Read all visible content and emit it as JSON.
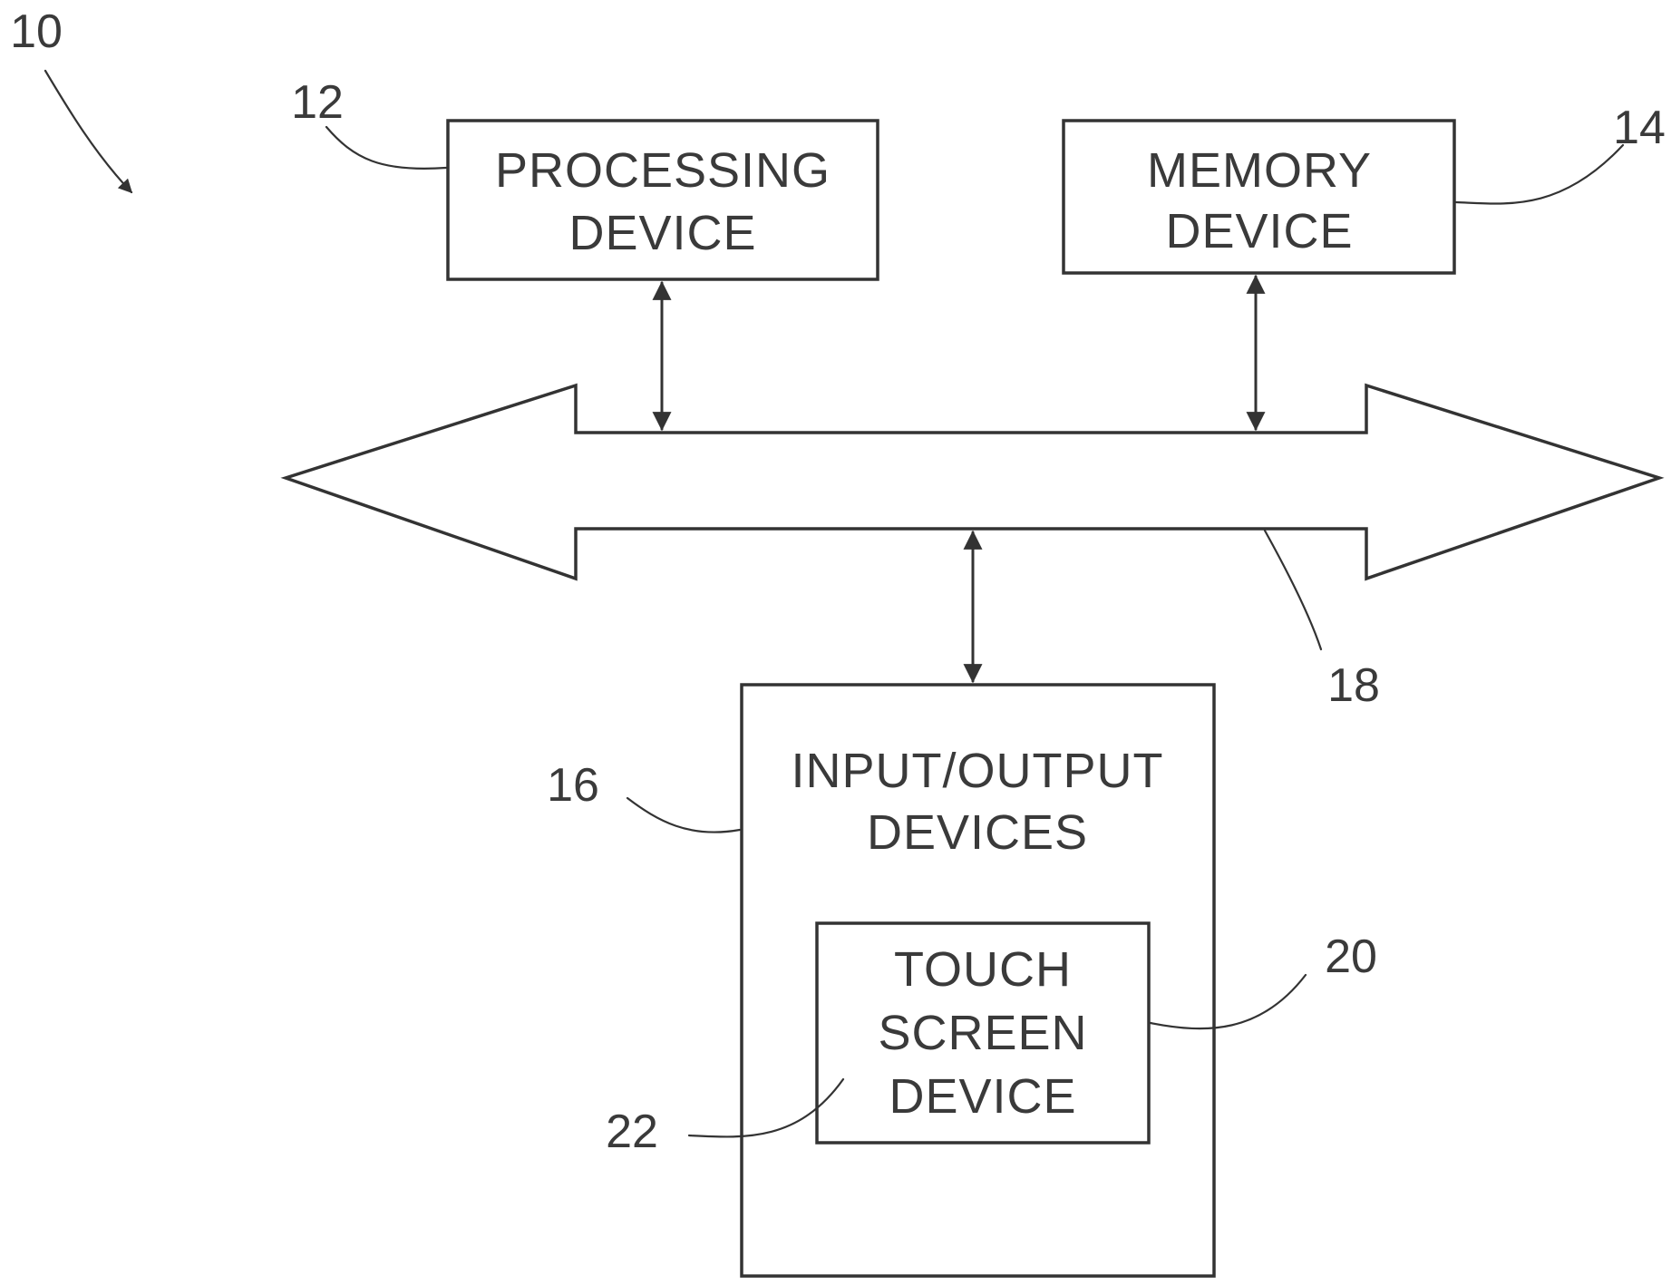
{
  "refs": {
    "system": "10",
    "processing": "12",
    "memory": "14",
    "io": "16",
    "bus": "18",
    "touch": "20",
    "touch_surface": "22"
  },
  "processing_device": {
    "line1": "PROCESSING",
    "line2": "DEVICE"
  },
  "memory_device": {
    "line1": "MEMORY",
    "line2": "DEVICE"
  },
  "io_devices": {
    "line1": "INPUT/OUTPUT",
    "line2": "DEVICES"
  },
  "touch_screen_device": {
    "line1": "TOUCH",
    "line2": "SCREEN",
    "line3": "DEVICE"
  },
  "colors": {
    "ink": "#333333",
    "background": "#ffffff"
  }
}
